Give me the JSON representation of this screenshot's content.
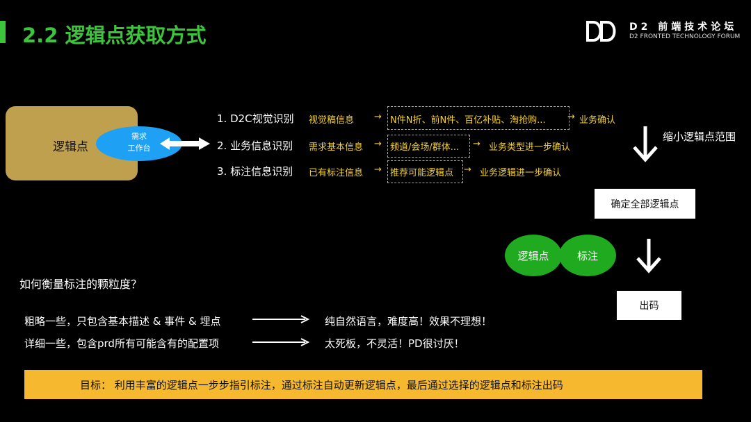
{
  "title": "2.2 逻辑点获取方式",
  "logo": {
    "cn": "D2 前端技术论坛",
    "en": "D2 FRONTED TECHNOLOGY FORUM"
  },
  "left": {
    "box_label": "逻辑点",
    "ellipse_line1": "需求",
    "ellipse_line2": "工作台"
  },
  "rows": [
    {
      "label": "1. D2C视觉识别",
      "source": "视觉稿信息",
      "box": "N件N折、前N件、百亿补贴、淘抢购...",
      "result": "业务确认"
    },
    {
      "label": "2. 业务信息识别",
      "source": "需求基本信息",
      "box": "频道/会场/群体...",
      "result": "业务类型进一步确认"
    },
    {
      "label": "3. 标注信息识别",
      "source": "已有标注信息",
      "box": "推荐可能逻辑点",
      "result": "业务逻辑进一步确认"
    }
  ],
  "arrow": "→",
  "flow": {
    "narrow": "缩小逻辑点范围",
    "confirm": "确定全部逻辑点",
    "node1": "逻辑点",
    "node2": "标注",
    "output": "出码"
  },
  "granularity": {
    "question": "如何衡量标注的颗粒度？",
    "items": [
      {
        "left": "粗略一些，只包含基本描述 & 事件 & 埋点",
        "right": "纯自然语言，难度高！效果不理想！"
      },
      {
        "left": "详细一些，包含prd所有可能含有的配置项",
        "right": "太死板，不灵活！PD很讨厌！"
      }
    ]
  },
  "goal": "目标： 利用丰富的逻辑点一步步指引标注，通过标注自动更新逻辑点，最后通过选择的逻辑点和标注出码"
}
